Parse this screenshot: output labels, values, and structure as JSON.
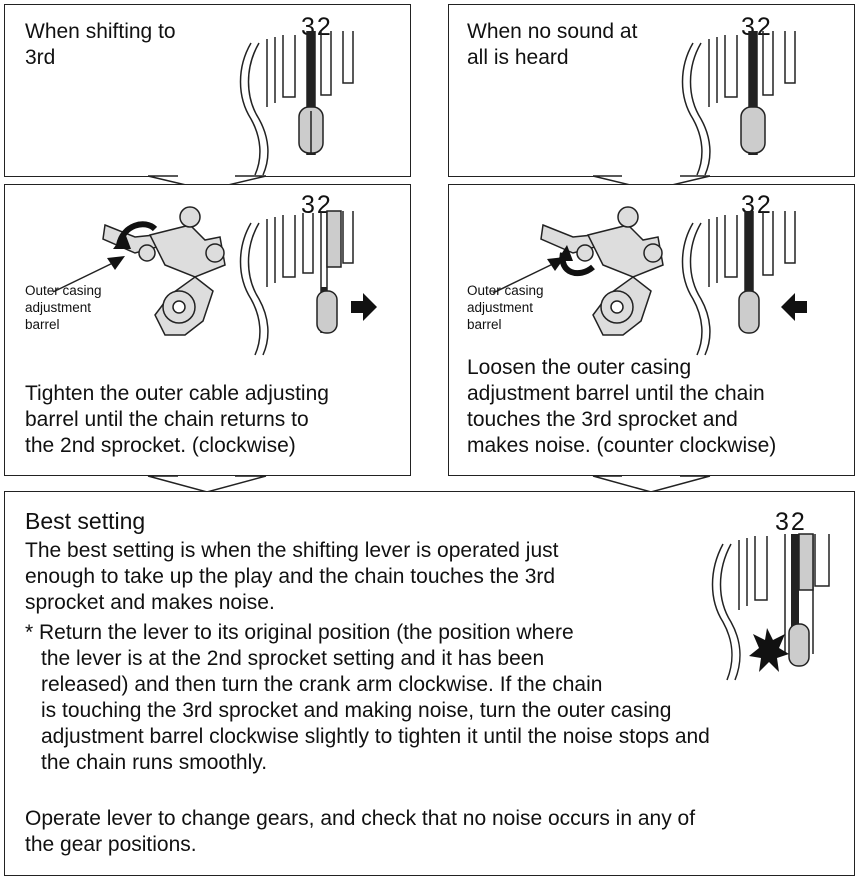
{
  "panel_top_left": {
    "text_line1": "When shifting to",
    "text_line2": "3rd",
    "numbers": "32"
  },
  "panel_top_right": {
    "text_line1": "When no sound at",
    "text_line2": "all is heard",
    "numbers": "32"
  },
  "panel_mid_left": {
    "numbers": "32",
    "callout": [
      "Outer casing",
      "adjustment",
      "barrel"
    ],
    "instruction": [
      "Tighten the outer cable adjusting",
      "barrel until the chain returns to",
      "the 2nd sprocket. (clockwise)"
    ]
  },
  "panel_mid_right": {
    "numbers": "32",
    "callout": [
      "Outer casing",
      "adjustment",
      "barrel"
    ],
    "instruction": [
      "Loosen the outer casing",
      "adjustment barrel until the chain",
      "touches the 3rd sprocket and",
      "makes noise. (counter clockwise)"
    ]
  },
  "panel_bottom": {
    "heading": "Best setting",
    "numbers": "32",
    "para1": [
      "The best setting is when the shifting lever is operated just",
      "enough to take up the play and the chain touches the 3rd",
      "sprocket and makes noise."
    ],
    "note": [
      "* Return the lever to its original position (the position where",
      "the lever is at the 2nd sprocket setting and it has been",
      "released) and then turn the crank arm clockwise. If the chain",
      "is touching the 3rd sprocket and making noise, turn the outer casing",
      "adjustment barrel clockwise slightly to tighten it until the noise stops and",
      "the chain runs smoothly."
    ],
    "para2": [
      "Operate lever to change gears, and check that no noise occurs in any of",
      "the gear positions."
    ]
  }
}
